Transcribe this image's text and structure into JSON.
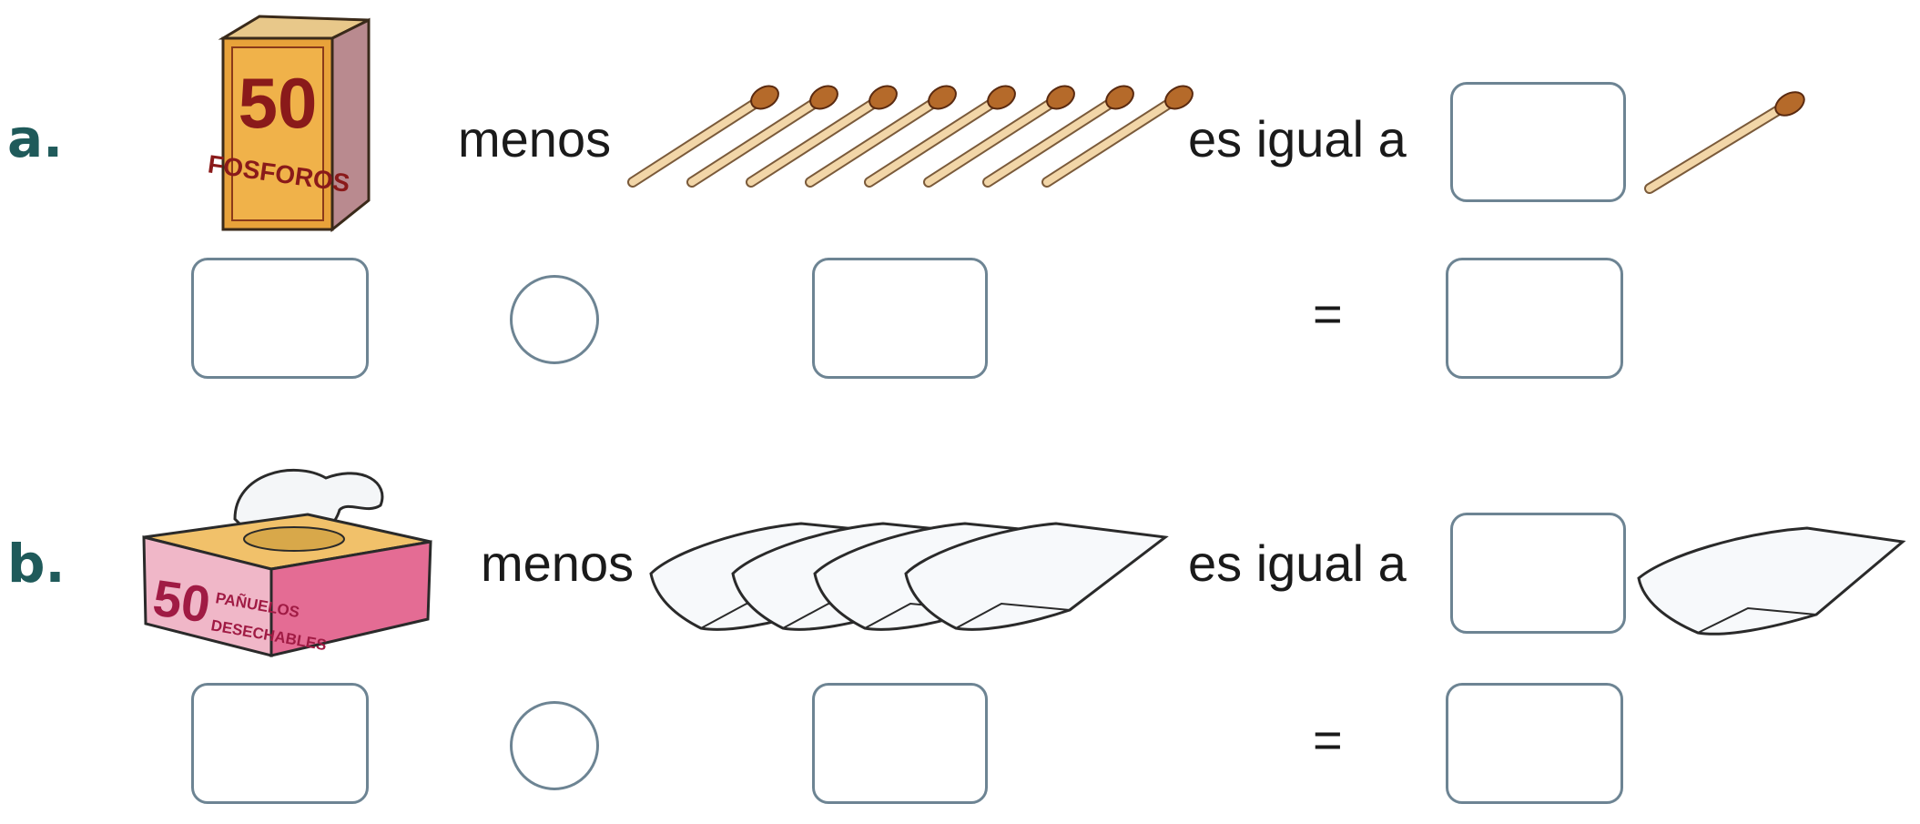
{
  "exercises": [
    {
      "letter": "a.",
      "word_minus": "menos",
      "word_equals": "es igual a",
      "equals_sign": "=",
      "box_label_number": "50",
      "box_label_text": "FOSFOROS",
      "items_shown": 8,
      "item_name": "match"
    },
    {
      "letter": "b.",
      "word_minus": "menos",
      "word_equals": "es igual a",
      "equals_sign": "=",
      "box_label_number": "50",
      "box_label_text_1": "PAÑUELOS",
      "box_label_text_2": "DESECHABLES",
      "items_shown": 4,
      "item_name": "tissue"
    }
  ],
  "colors": {
    "letter": "#1f5a5a",
    "box_border": "#6d8493"
  }
}
